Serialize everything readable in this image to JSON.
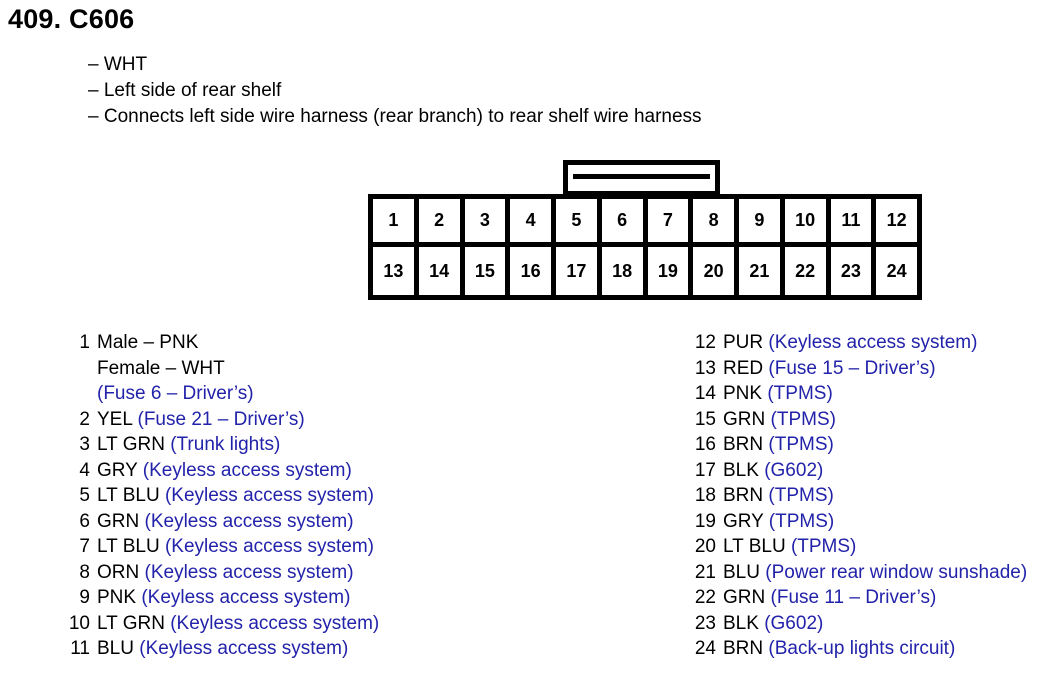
{
  "header": {
    "title": "409. C606",
    "descriptions": [
      "– WHT",
      "– Left side of rear shelf",
      "– Connects left side wire harness (rear branch) to rear shelf wire harness"
    ]
  },
  "connector": {
    "name": "C606",
    "pin_count": 24,
    "columns": 12,
    "rows": 2,
    "top_row": [
      "1",
      "2",
      "3",
      "4",
      "5",
      "6",
      "7",
      "8",
      "9",
      "10",
      "11",
      "12"
    ],
    "bottom_row": [
      "13",
      "14",
      "15",
      "16",
      "17",
      "18",
      "19",
      "20",
      "21",
      "22",
      "23",
      "24"
    ]
  },
  "pins_left": [
    {
      "num": "1",
      "lines": [
        {
          "wire": "Male – PNK",
          "circuit": ""
        },
        {
          "wire": "Female – WHT",
          "circuit": ""
        },
        {
          "wire": "",
          "circuit": "(Fuse 6 – Driver’s)"
        }
      ]
    },
    {
      "num": "2",
      "lines": [
        {
          "wire": "YEL",
          "circuit": "(Fuse 21 – Driver’s)"
        }
      ]
    },
    {
      "num": "3",
      "lines": [
        {
          "wire": "LT GRN",
          "circuit": "(Trunk lights)"
        }
      ]
    },
    {
      "num": "4",
      "lines": [
        {
          "wire": "GRY",
          "circuit": "(Keyless access system)"
        }
      ]
    },
    {
      "num": "5",
      "lines": [
        {
          "wire": "LT BLU",
          "circuit": "(Keyless access system)"
        }
      ]
    },
    {
      "num": "6",
      "lines": [
        {
          "wire": "GRN",
          "circuit": "(Keyless access system)"
        }
      ]
    },
    {
      "num": "7",
      "lines": [
        {
          "wire": "LT BLU",
          "circuit": "(Keyless access system)"
        }
      ]
    },
    {
      "num": "8",
      "lines": [
        {
          "wire": "ORN",
          "circuit": "(Keyless access system)"
        }
      ]
    },
    {
      "num": "9",
      "lines": [
        {
          "wire": "PNK",
          "circuit": "(Keyless access system)"
        }
      ]
    },
    {
      "num": "10",
      "lines": [
        {
          "wire": "LT GRN",
          "circuit": "(Keyless access system)"
        }
      ]
    },
    {
      "num": "11",
      "lines": [
        {
          "wire": "BLU",
          "circuit": "(Keyless access system)"
        }
      ]
    }
  ],
  "pins_right": [
    {
      "num": "12",
      "lines": [
        {
          "wire": "PUR",
          "circuit": "(Keyless access system)"
        }
      ]
    },
    {
      "num": "13",
      "lines": [
        {
          "wire": "RED",
          "circuit": "(Fuse 15 – Driver’s)"
        }
      ]
    },
    {
      "num": "14",
      "lines": [
        {
          "wire": "PNK",
          "circuit": "(TPMS)"
        }
      ]
    },
    {
      "num": "15",
      "lines": [
        {
          "wire": "GRN",
          "circuit": "(TPMS)"
        }
      ]
    },
    {
      "num": "16",
      "lines": [
        {
          "wire": "BRN",
          "circuit": "(TPMS)"
        }
      ]
    },
    {
      "num": "17",
      "lines": [
        {
          "wire": "BLK",
          "circuit": "(G602)"
        }
      ]
    },
    {
      "num": "18",
      "lines": [
        {
          "wire": "BRN",
          "circuit": "(TPMS)"
        }
      ]
    },
    {
      "num": "19",
      "lines": [
        {
          "wire": "GRY",
          "circuit": "(TPMS)"
        }
      ]
    },
    {
      "num": "20",
      "lines": [
        {
          "wire": "LT BLU",
          "circuit": "(TPMS)"
        }
      ]
    },
    {
      "num": "21",
      "lines": [
        {
          "wire": "BLU",
          "circuit": "(Power rear window sunshade)"
        }
      ]
    },
    {
      "num": "22",
      "lines": [
        {
          "wire": "GRN",
          "circuit": "(Fuse 11 – Driver’s)"
        }
      ]
    },
    {
      "num": "23",
      "lines": [
        {
          "wire": "BLK",
          "circuit": "(G602)"
        }
      ]
    },
    {
      "num": "24",
      "lines": [
        {
          "wire": "BRN",
          "circuit": "(Back-up lights circuit)"
        }
      ]
    }
  ],
  "colors": {
    "circuit_text": "#2222aa",
    "wire_text": "#000000",
    "outline": "#000000"
  }
}
